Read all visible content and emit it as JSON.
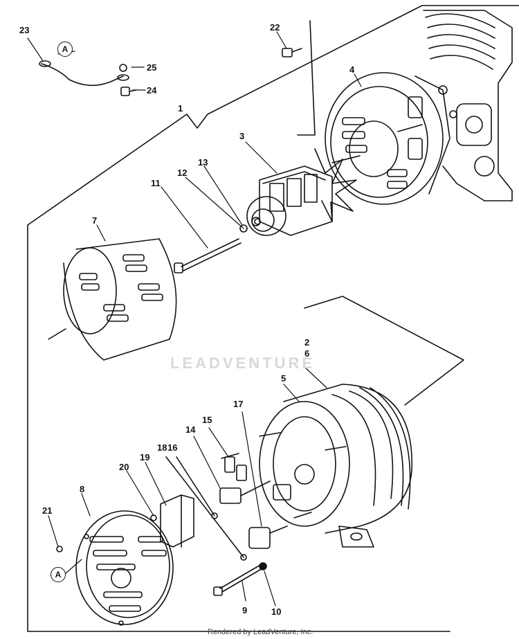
{
  "callouts": {
    "c1": "1",
    "c2": "2",
    "c3": "3",
    "c4": "4",
    "c5": "5",
    "c6": "6",
    "c7": "7",
    "c8": "8",
    "c9": "9",
    "c10": "10",
    "c11": "11",
    "c12": "12",
    "c13": "13",
    "c14": "14",
    "c15": "15",
    "c16": "16",
    "c17": "17",
    "c18": "18",
    "c19": "19",
    "c20": "20",
    "c21": "21",
    "c22": "22",
    "c23": "23",
    "c24": "24",
    "c25": "25"
  },
  "reference_marker": "A",
  "watermark": "LEADVENTURE",
  "footer": "Rendered by LeadVenture, Inc."
}
